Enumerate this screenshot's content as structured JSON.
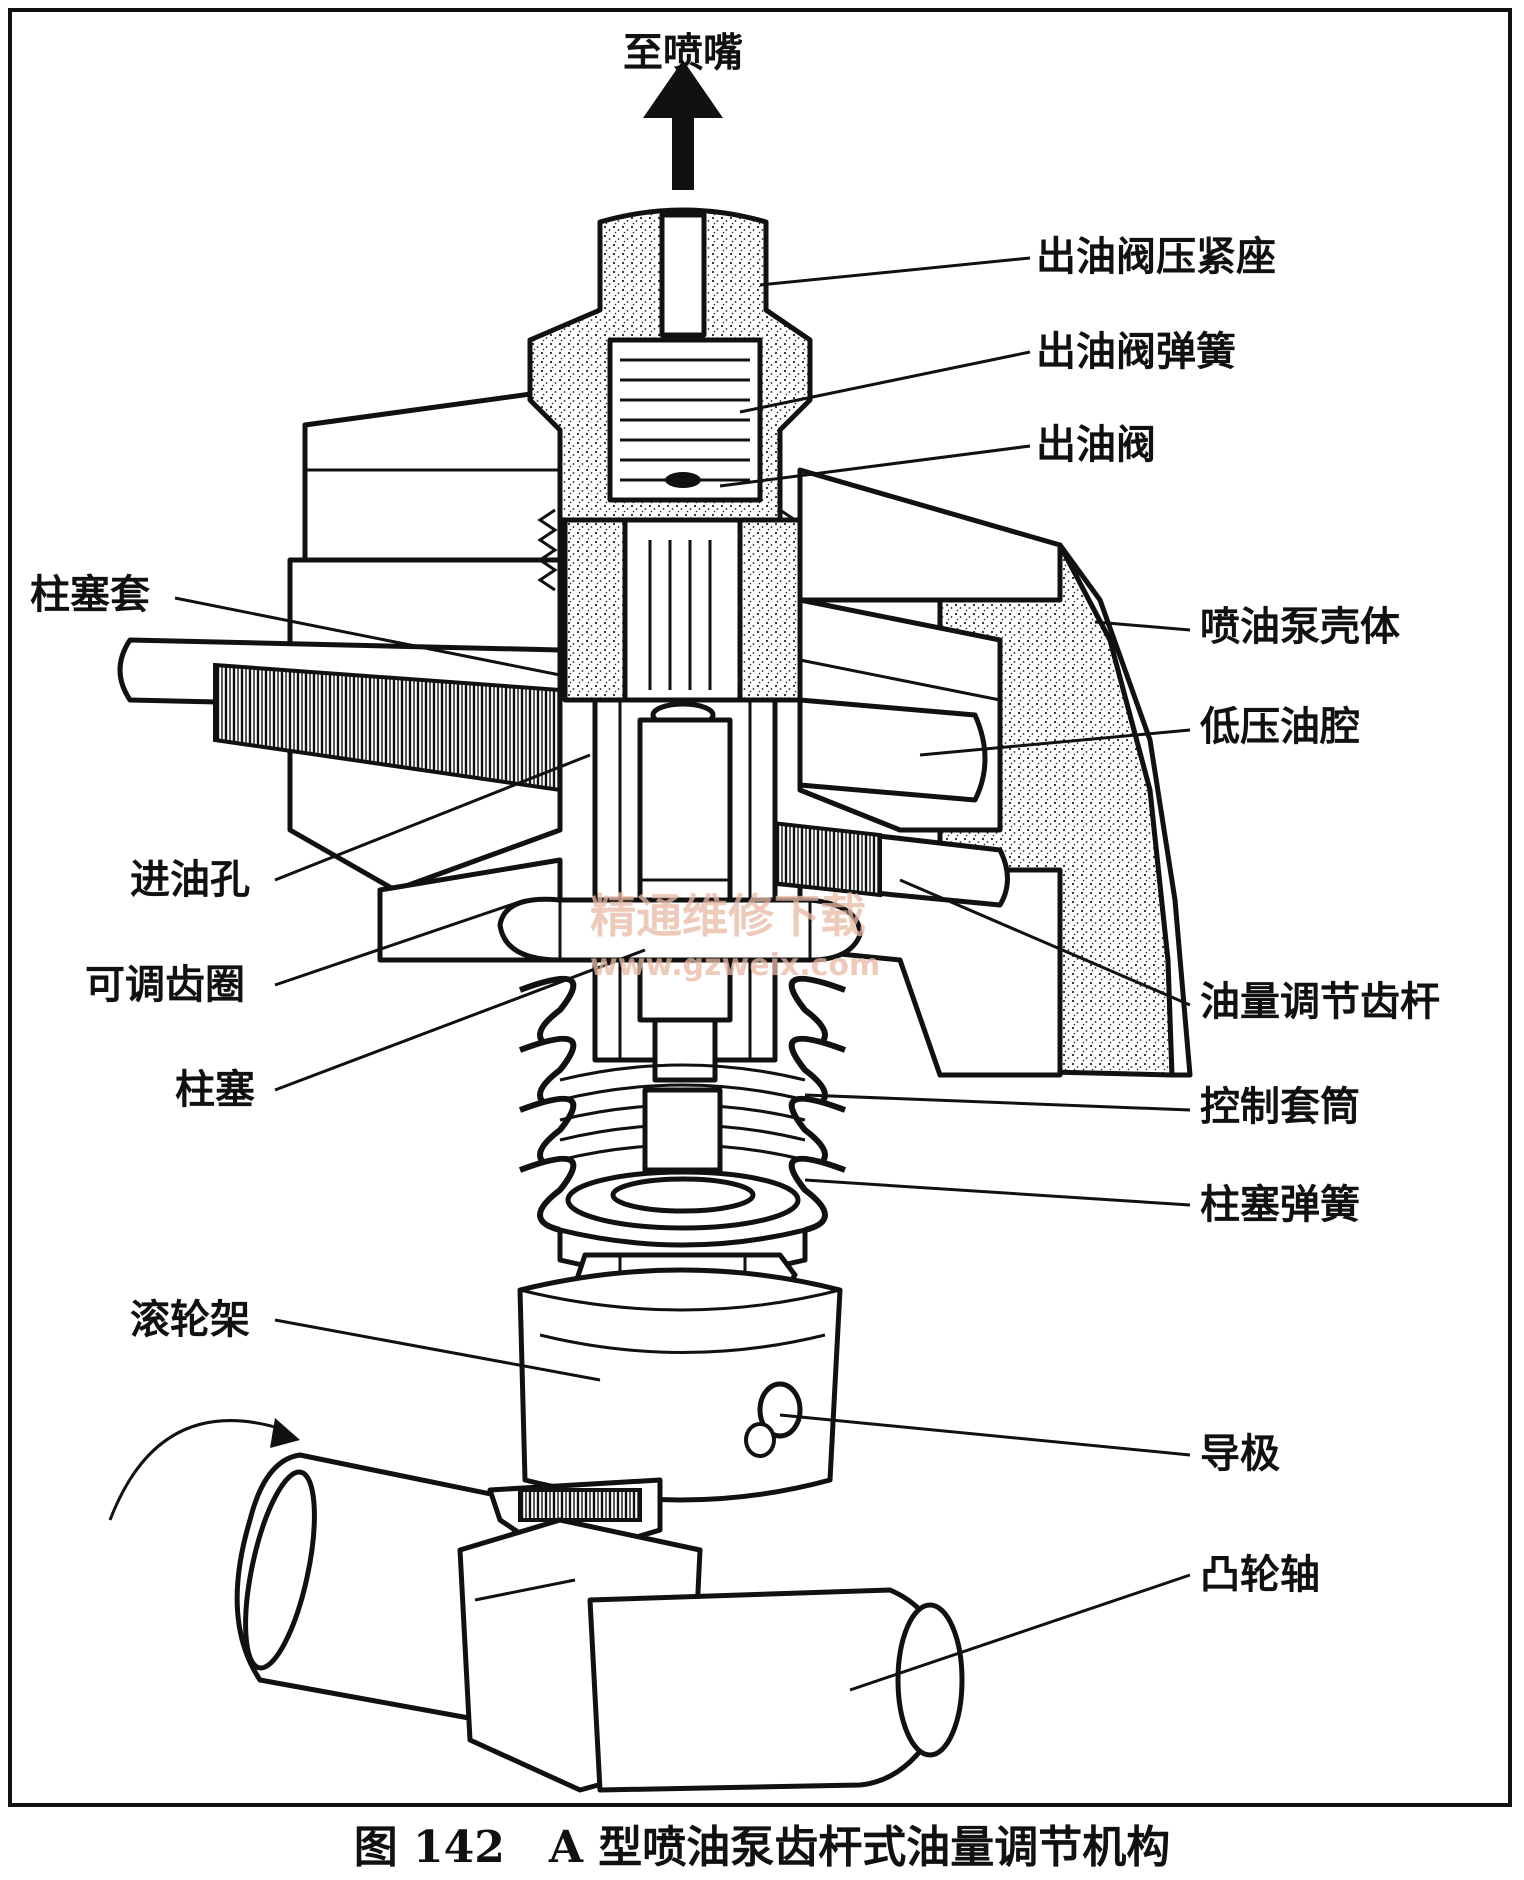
{
  "figure": {
    "top_label": "至喷嘴",
    "caption": "图 142　A 型喷油泵齿杆式油量调节机构",
    "watermark": "精通维修下载",
    "watermark_url": "www.gzweix.com",
    "labels": {
      "delivery_valve_holder": "出油阀压紧座",
      "delivery_valve_spring": "出油阀弹簧",
      "delivery_valve": "出油阀",
      "plunger_barrel": "柱塞套",
      "pump_housing": "喷油泵壳体",
      "low_pressure_chamber": "低压油腔",
      "inlet_port": "进油孔",
      "adjustable_gear_ring": "可调齿圈",
      "control_rack": "油量调节齿杆",
      "plunger": "柱塞",
      "control_sleeve": "控制套筒",
      "plunger_spring": "柱塞弹簧",
      "roller_tappet": "滚轮架",
      "guide_pin": "导极",
      "camshaft": "凸轮轴"
    }
  }
}
